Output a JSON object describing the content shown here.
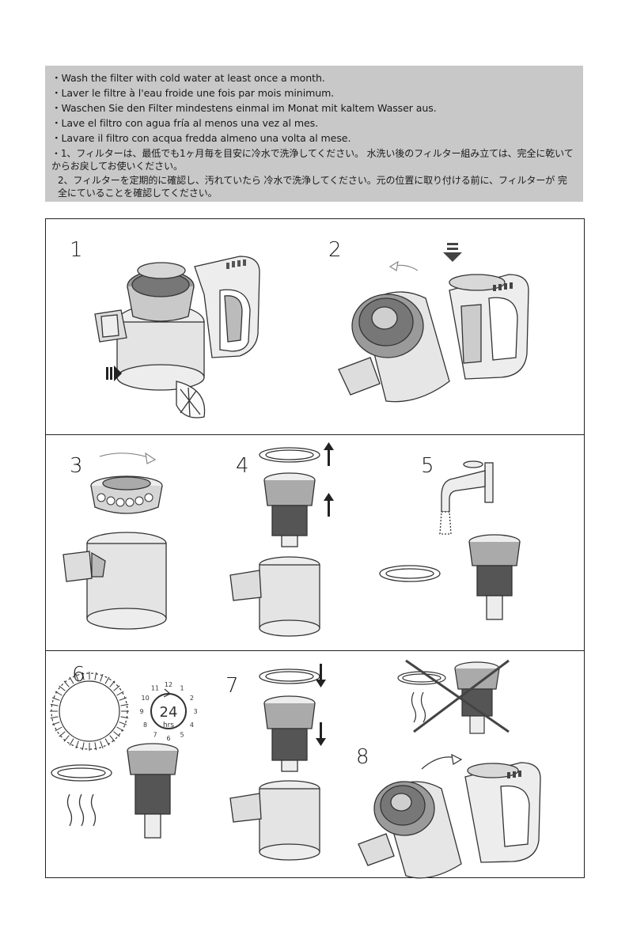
{
  "notes": {
    "en": "・Wash the filter with cold water at least once a month.",
    "fr": "・Laver le filtre à l'eau froide une fois par mois minimum.",
    "de": "・Waschen Sie den Filter mindestens einmal im Monat mit kaltem Wasser aus.",
    "es": "・Lave el filtro con agua fría al menos una vez al mes.",
    "it": "・Lavare il filtro con acqua fredda almeno una volta al mese.",
    "ja_1": "・1、フィルターは、最低でも1ヶ月毎を目安に冷水で洗浄してください。 水洗い後のフィルター組み立ては、完全に乾いてからお戻してお使いください。",
    "ja_2": "2、フィルターを定期的に確認し、汚れていたら 冷水で洗浄してください。元の位置に取り付ける前に、フィルターが 完全にていることを確認してください。"
  },
  "steps": {
    "s1": "1",
    "s2": "2",
    "s3": "3",
    "s4": "4",
    "s5": "5",
    "s6": "6",
    "s7": "7",
    "s8": "8"
  },
  "clock": {
    "hours": "24",
    "unit": "hrs",
    "numerals": [
      "12",
      "1",
      "2",
      "3",
      "4",
      "5",
      "6",
      "7",
      "8",
      "9",
      "10",
      "11"
    ]
  },
  "colors": {
    "note_background": "#c8c8c8",
    "line_art": "#333333",
    "fill_light": "#ededed",
    "fill_dark": "#8a8a8a"
  }
}
